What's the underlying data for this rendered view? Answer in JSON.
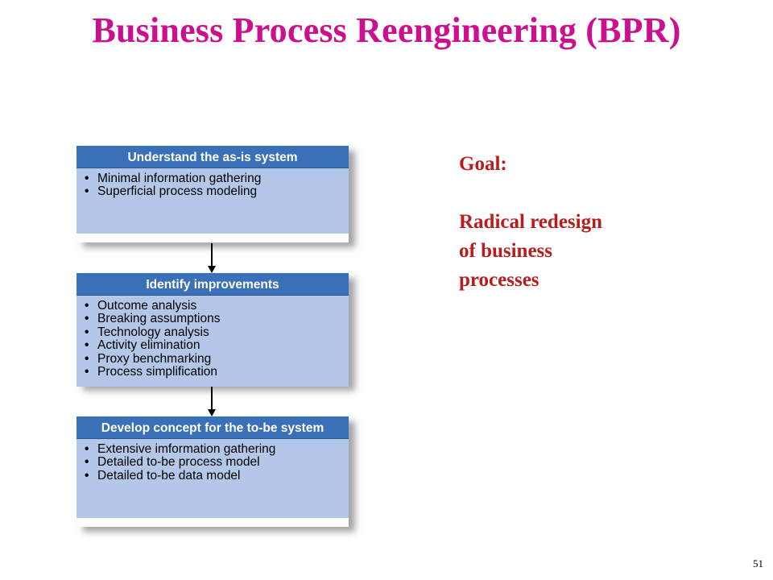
{
  "title": "Business Process Reengineering (BPR)",
  "steps": [
    {
      "header": "Understand the as-is system",
      "items": [
        "Minimal information gathering",
        "Superficial process modeling"
      ]
    },
    {
      "header": "Identify improvements",
      "items": [
        "Outcome analysis",
        "Breaking assumptions",
        "Technology analysis",
        "Activity elimination",
        "Proxy benchmarking",
        "Process simplification"
      ]
    },
    {
      "header": "Develop concept for the to-be system",
      "items": [
        "Extensive imformation gathering",
        "Detailed to-be process model",
        "Detailed to-be data model"
      ]
    }
  ],
  "goal": {
    "label": "Goal:",
    "lines": [
      "Radical redesign",
      "of business",
      "processes"
    ]
  },
  "page_number": "51",
  "colors": {
    "title": "#cc0f8f",
    "header": "#3a70b8",
    "body": "#b3c7e8",
    "goal": "#b81c1c"
  }
}
